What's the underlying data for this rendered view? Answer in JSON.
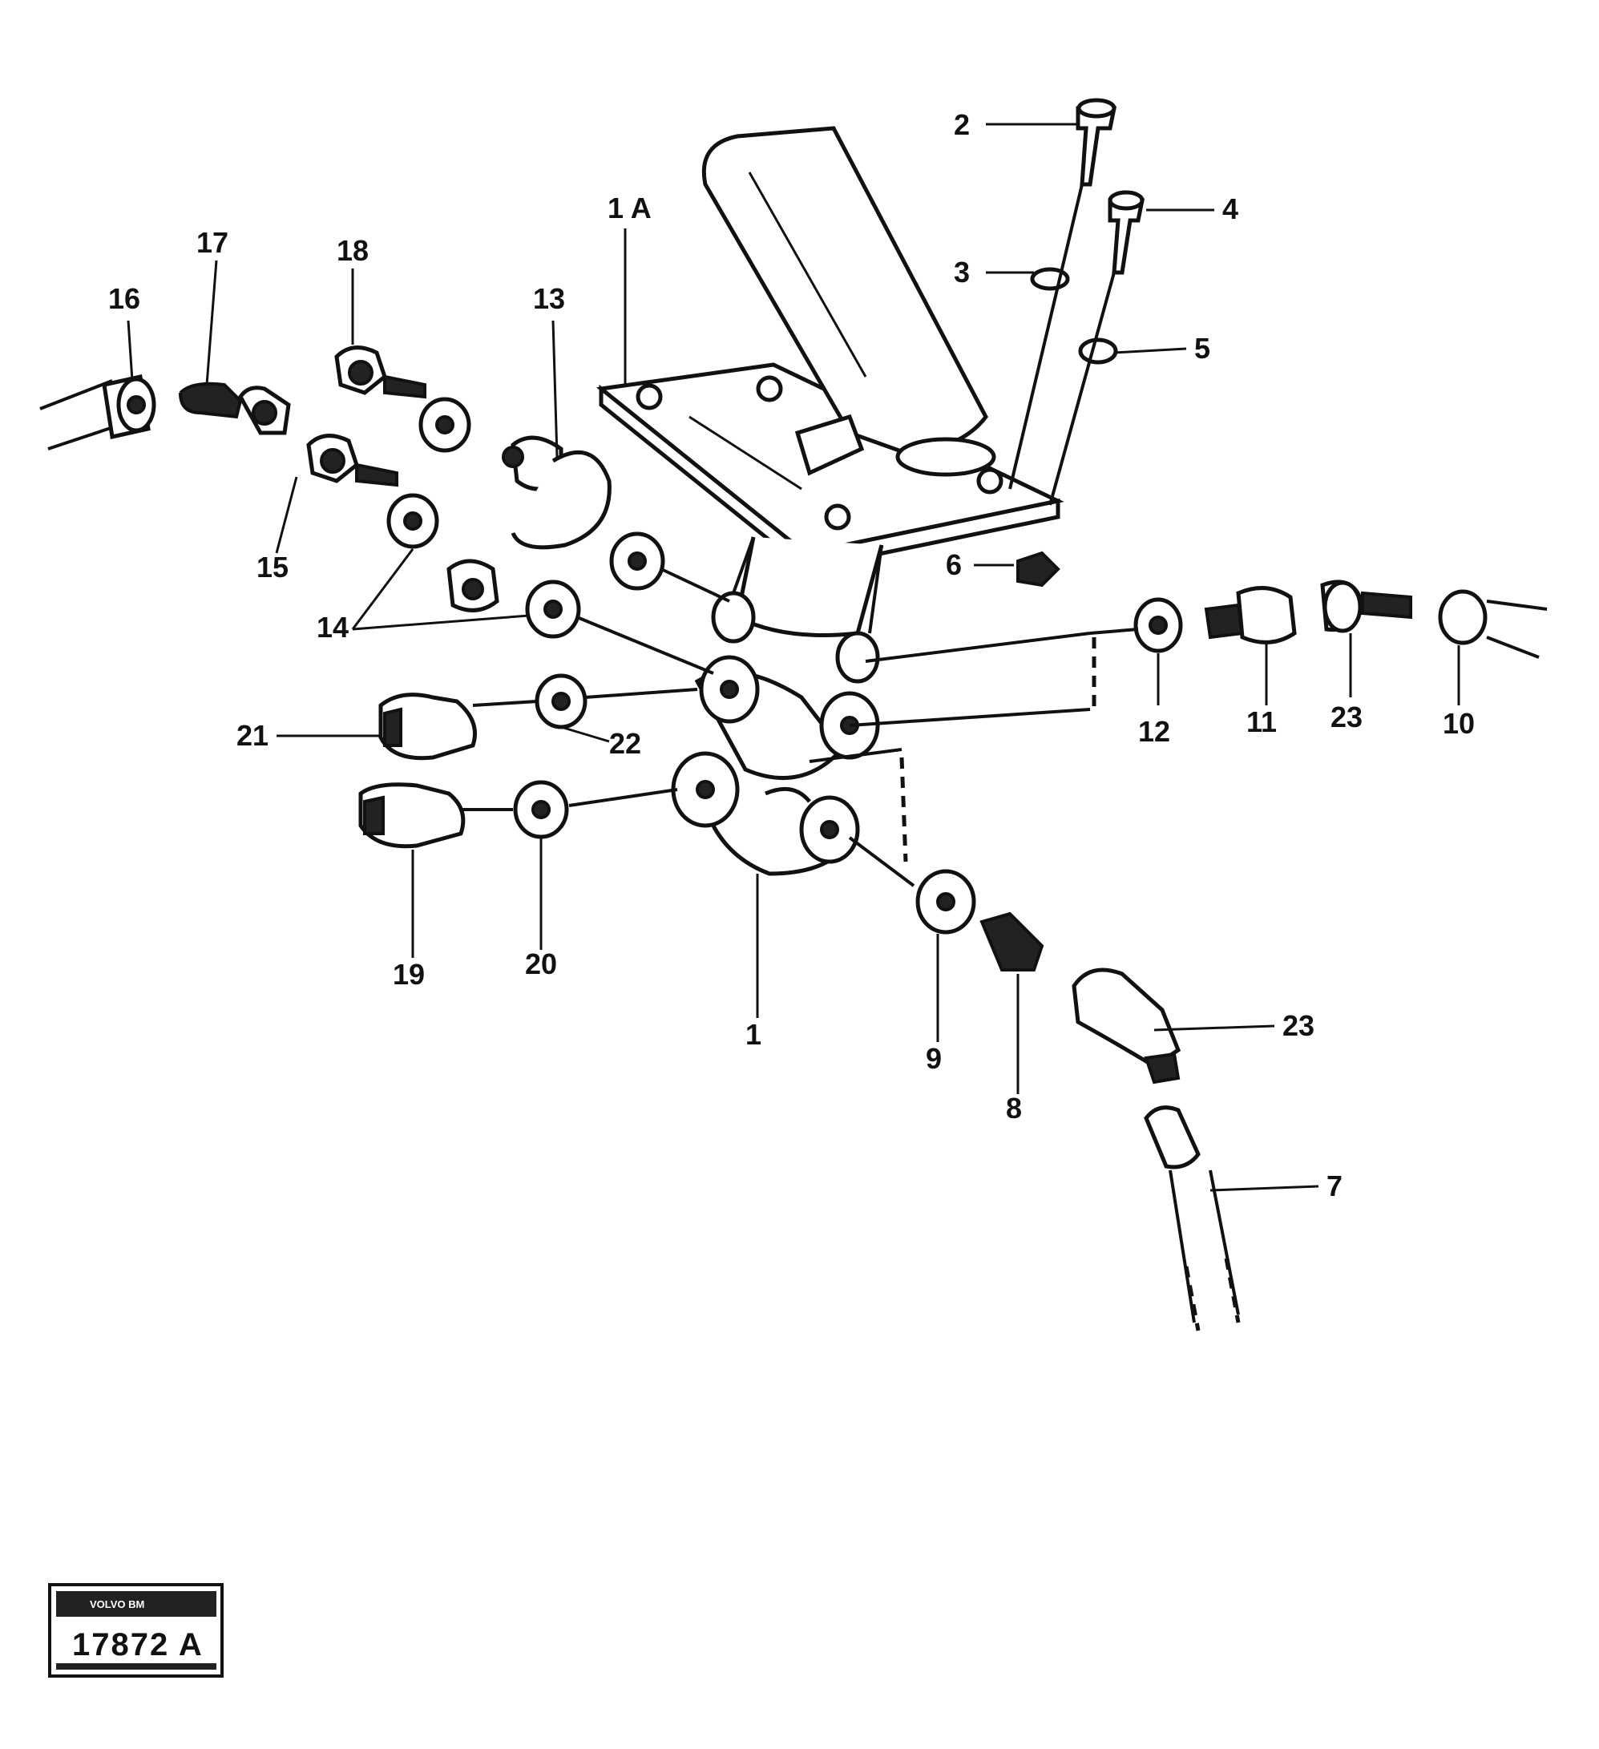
{
  "labels": {
    "l1": "1",
    "l1a": "1 A",
    "l2": "2",
    "l3": "3",
    "l4": "4",
    "l5": "5",
    "l6": "6",
    "l7": "7",
    "l8": "8",
    "l9": "9",
    "l10": "10",
    "l11": "11",
    "l12": "12",
    "l13": "13",
    "l14": "14",
    "l15": "15",
    "l16": "16",
    "l17": "17",
    "l18": "18",
    "l19": "19",
    "l20": "20",
    "l21": "21",
    "l22": "22",
    "l23a": "23",
    "l23b": "23"
  },
  "stamp": {
    "line1": "VOLVO BM",
    "number": "17872 A"
  }
}
